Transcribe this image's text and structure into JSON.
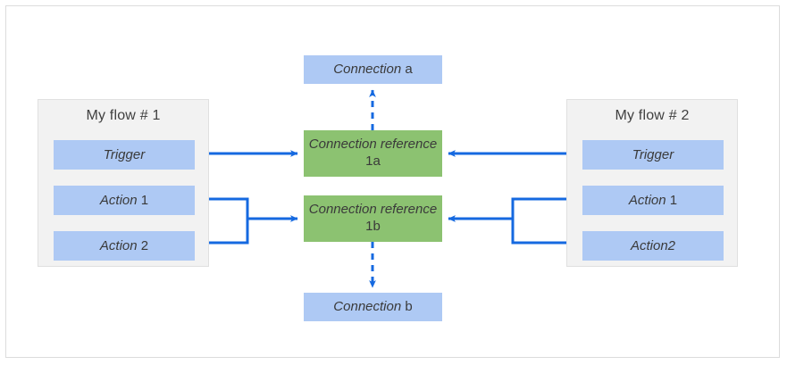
{
  "diagram": {
    "type": "connection-reference-architecture",
    "colors": {
      "step_box": "#aec9f4",
      "connection_box": "#aec9f4",
      "reference_box": "#8cc271",
      "panel_background": "#f2f2f2",
      "panel_border": "#e0e0e0",
      "arrow": "#1569e0",
      "page_border": "#dcdcdc",
      "text": "#3a3a3a"
    },
    "flows": [
      {
        "title": "My flow # 1",
        "steps": [
          {
            "italic": "Trigger",
            "regular": ""
          },
          {
            "italic": "Action",
            "regular": " 1"
          },
          {
            "italic": "Action",
            "regular": " 2"
          }
        ]
      },
      {
        "title": "My flow # 2",
        "steps": [
          {
            "italic": "Trigger",
            "regular": ""
          },
          {
            "italic": "Action",
            "regular": " 1"
          },
          {
            "italic": "Action2",
            "regular": ""
          }
        ]
      }
    ],
    "connections": [
      {
        "italic": "Connection",
        "regular": " a"
      },
      {
        "italic": "Connection",
        "regular": " b"
      }
    ],
    "references": [
      {
        "italic": "Connection reference",
        "regular": " 1a"
      },
      {
        "italic": "Connection reference",
        "regular": " 1b"
      }
    ],
    "edges": [
      {
        "name": "left-trigger-to-ref-1a",
        "style": "solid",
        "direction": "right"
      },
      {
        "name": "left-actions-to-ref-1b",
        "style": "solid",
        "direction": "right"
      },
      {
        "name": "right-trigger-to-ref-1a",
        "style": "solid",
        "direction": "left"
      },
      {
        "name": "right-actions-to-ref-1b",
        "style": "solid",
        "direction": "left"
      },
      {
        "name": "ref-1a-to-connection-a",
        "style": "dashed",
        "direction": "up"
      },
      {
        "name": "ref-1b-to-connection-b",
        "style": "dashed",
        "direction": "down"
      }
    ]
  }
}
